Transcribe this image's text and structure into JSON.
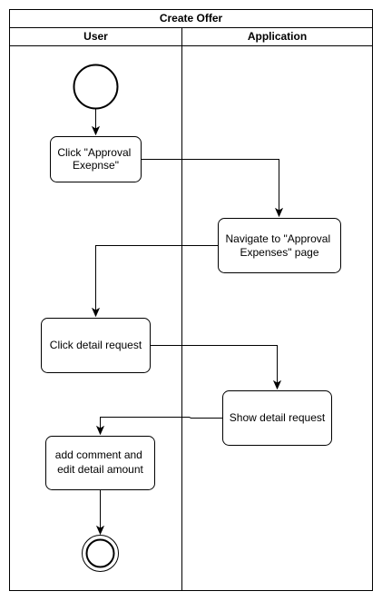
{
  "diagram": {
    "title": "Create Offer",
    "lanes": [
      {
        "label": "User"
      },
      {
        "label": "Application"
      }
    ],
    "nodes": {
      "click_approval": {
        "lines": [
          "Click \"Approval",
          "Exepnse\""
        ]
      },
      "navigate": {
        "lines": [
          "Navigate to \"Approval",
          "Expenses\" page"
        ]
      },
      "click_detail": {
        "lines": [
          "Click detail request"
        ]
      },
      "show_detail": {
        "lines": [
          "Show detail request"
        ]
      },
      "add_comment": {
        "lines": [
          "add comment and",
          "edit detail amount"
        ]
      }
    },
    "edges": [
      {
        "from": "start",
        "to": "click_approval"
      },
      {
        "from": "click_approval",
        "to": "navigate"
      },
      {
        "from": "navigate",
        "to": "click_detail"
      },
      {
        "from": "click_detail",
        "to": "show_detail"
      },
      {
        "from": "show_detail",
        "to": "add_comment"
      },
      {
        "from": "add_comment",
        "to": "end"
      }
    ],
    "colors": {
      "stroke": "#000000",
      "fill": "#ffffff",
      "background": "#ffffff"
    }
  }
}
